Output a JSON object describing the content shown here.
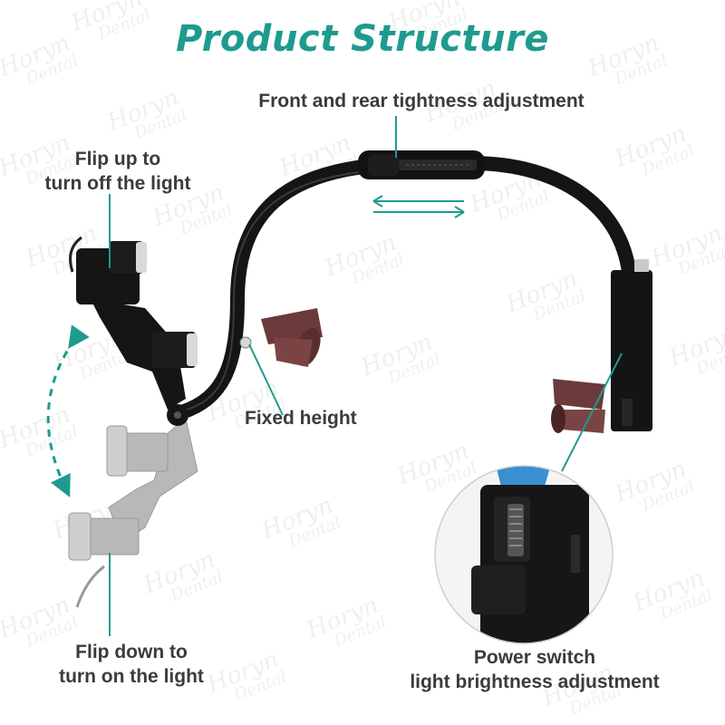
{
  "title": "Product Structure",
  "labels": {
    "front_rear": "Front and rear tightness adjustment",
    "flip_up_line1": "Flip up to",
    "flip_up_line2": "turn off the light",
    "fixed_height": "Fixed height",
    "flip_down_line1": "Flip down to",
    "flip_down_line2": "turn on the light",
    "power_line1": "Power switch",
    "power_line2": "light brightness adjustment"
  },
  "watermark": {
    "line1": "Horyn",
    "line2": "Dental"
  },
  "colors": {
    "accent": "#1e9b8f",
    "label_text": "#3b3b3b",
    "frame_black": "#151515",
    "pad_brown": "#6b3a3a",
    "ghost_gray": "#b5b5b5"
  }
}
